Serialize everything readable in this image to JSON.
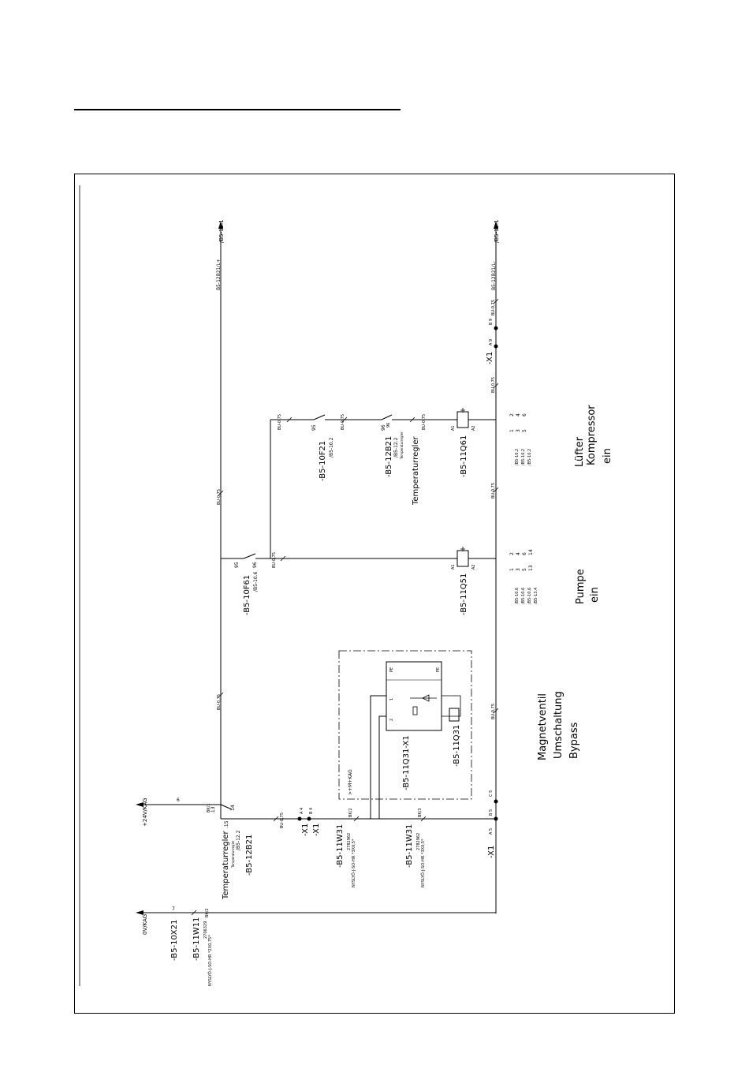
{
  "terminals": {
    "top_left_ref": "/B5-12.1",
    "top_left_net": "B5-12B21/L+",
    "top_right_ref": "/B5-12.1",
    "top_right_net": "B5-12B21/L-",
    "plus24": "+24V/KAG",
    "plus24_pin": "6",
    "zero_v": "0V/KAG",
    "zero_v_pin": "7"
  },
  "wire_labels": {
    "bu075": "BU-0,75",
    "bk1": "BK/1",
    "bk2": "BK/2",
    "bk3": "BK/3"
  },
  "components": {
    "f21_name": "-B5-10F21",
    "f21_ref": "/B5-10.2",
    "f21_pin95": "95",
    "f21_pin96": "96",
    "b21_name": "-B5-12B21",
    "b21_ref": "/B5-12.2",
    "b21_sub": "Temperaturregler",
    "b21_desc": "Temperaturregler",
    "q61_name": "-B5-11Q61",
    "q61_a1": "A1",
    "q61_a2": "A2",
    "f61_name": "-B5-10F61",
    "f61_ref": "/B5-10.6",
    "f61_pin95": "95",
    "f61_pin96": "96",
    "q51_name": "-B5-11Q51",
    "q51_a1": "A1",
    "q51_a2": "A2",
    "b21b_name": "-B5-12B21",
    "b21b_ref": "/B5-12.2",
    "b21b_sub": "Temperaturregler",
    "b21b_desc": "Temperaturregler",
    "b21b_pin13": ".13",
    "b21b_pin14": "14",
    "b21b_pin15": ".15",
    "x1_name": "-X1",
    "x1_a4": "A 4",
    "x1_b4": "B 4",
    "x1_a5": "A 5",
    "x1_b5": "B 5",
    "x1_c5": "C 5",
    "x1_a9": "A 9",
    "x1_b9": "B 9",
    "w31_name": "-B5-11W31",
    "w31_part": "2782962",
    "w31_type": "NYSLYÖ-J-SO-HR *3X0,5*",
    "w11_name": "-B5-11W11",
    "w11_part": "2706329",
    "w11_type": "NYSLYÖ-J-SO-HR *2X0,75*",
    "x21_name": "-B5-10X21",
    "q31x1_name": "-B5-11Q31-X1",
    "q31_name": "-B5-11Q31",
    "mkag": ">+M+KAG",
    "pin_pe": "PE",
    "pin1": "1",
    "pin2": "2"
  },
  "contacts": {
    "q61": [
      {
        "top": "2",
        "bottom": "1",
        "ref": "/B5-10.2"
      },
      {
        "top": "4",
        "bottom": "3",
        "ref": "/B5-10.2"
      },
      {
        "top": "6",
        "bottom": "5",
        "ref": "/B5-10.2"
      }
    ],
    "q51": [
      {
        "top": "2",
        "bottom": "1",
        "ref": "/B5-10.6"
      },
      {
        "top": "4",
        "bottom": "3",
        "ref": "/B5-10.6"
      },
      {
        "top": "6",
        "bottom": "5",
        "ref": "/B5-10.6"
      },
      {
        "top": "14",
        "bottom": "13",
        "ref": "/B5-13.4"
      }
    ]
  },
  "function_labels": {
    "luefter": [
      "Lüfter",
      "Kompressor",
      "ein"
    ],
    "pumpe": [
      "Pumpe",
      "ein"
    ],
    "magnetventil": [
      "Magnetventil",
      "Umschaltung",
      "Bypass"
    ]
  }
}
